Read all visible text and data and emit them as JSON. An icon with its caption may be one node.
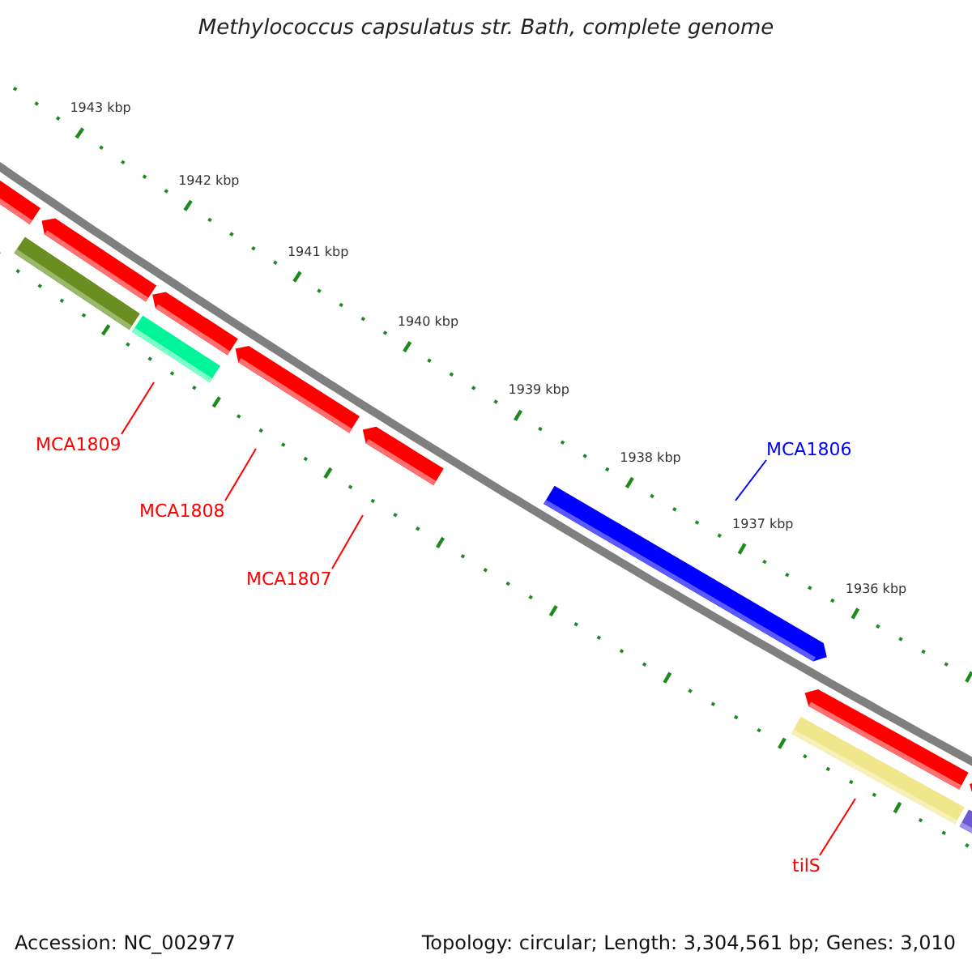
{
  "diagram": {
    "title": "Methylococcus capsulatus str. Bath, complete genome",
    "nodes": [
      {
        "text": [
          "MCA1809"
        ]
      },
      {
        "text": [
          "MCA1808"
        ]
      },
      {
        "text": [
          "MCA1807"
        ]
      },
      {
        "text": [
          "MCA1806"
        ]
      },
      {
        "text": [
          "tilS"
        ]
      }
    ],
    "edges": [
      {
        "from": 0,
        "to": null,
        "arrow": "none"
      },
      {
        "from": 1,
        "to": null,
        "arrow": "none"
      },
      {
        "from": 2,
        "to": null,
        "arrow": "none"
      },
      {
        "from": 3,
        "to": null,
        "arrow": "none",
        "color": "#0000ff"
      },
      {
        "from": 4,
        "to": null,
        "arrow": "none"
      }
    ],
    "labels": [
      "1943 kbp",
      "1942 kbp",
      "1941 kbp",
      "1940 kbp",
      "1939 kbp",
      "1938 kbp",
      "1937 kbp",
      "1936 kbp",
      "Accession: NC_002977",
      "Topology: circular; Length: 3,304,561 bp; Genes: 3,010"
    ]
  }
}
